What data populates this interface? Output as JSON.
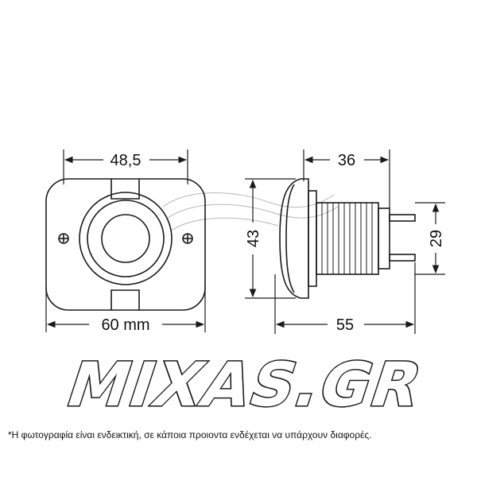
{
  "dimensions": {
    "front_width": "48,5",
    "front_outer": "60 mm",
    "flange_height": "43",
    "side_top": "36",
    "side_bottom": "55",
    "side_height": "29"
  },
  "watermark": {
    "text": "MIXAS.GR",
    "colors": {
      "fill": "#ffffff",
      "stroke": "#1a1a1a"
    }
  },
  "footnote": "*Η φωτογραφία είναι ενδεικτική, σε κάποια προιοντα ενδέχεται να υπάρχουν διαφορές.",
  "colors": {
    "line": "#1a1a1a",
    "faint": "#888888"
  }
}
